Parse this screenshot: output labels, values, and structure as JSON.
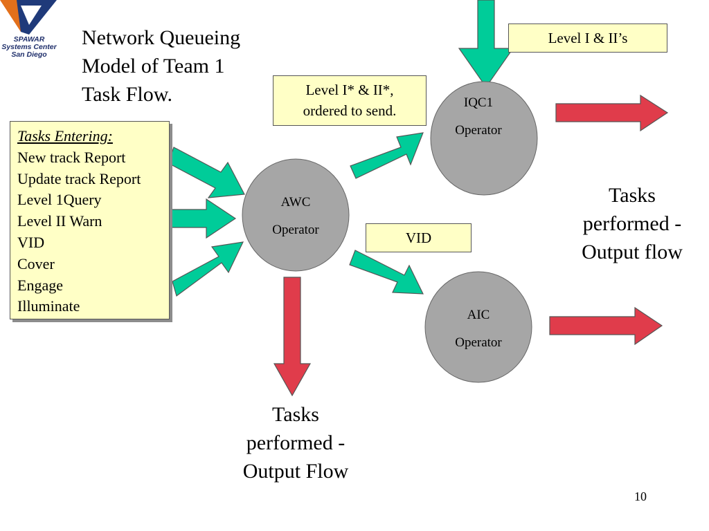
{
  "logo": {
    "line1": "SPAWAR",
    "line2": "Systems Center",
    "line3": "San Diego",
    "colors": {
      "navy": "#1f3a7a",
      "orange": "#e3701b"
    }
  },
  "title": {
    "line1": "Network Queueing",
    "line2": "Model of Team 1",
    "line3": "Task Flow."
  },
  "tasks_entering": {
    "heading": "Tasks Entering:",
    "items": [
      "New track Report",
      "Update track Report",
      "Level 1Query",
      "Level II Warn",
      "VID",
      "Cover",
      "Engage",
      "Illuminate"
    ]
  },
  "labels": {
    "level_i_ii": "Level I & II’s",
    "ordered_line1": "Level I* & II*,",
    "ordered_line2": "ordered to send.",
    "vid": "VID"
  },
  "nodes": {
    "awc": {
      "line1": "AWC",
      "line2": "Operator"
    },
    "iqc1": {
      "line1": "IQC1",
      "line2": "Operator"
    },
    "aic": {
      "line1": "AIC",
      "line2": "Operator"
    }
  },
  "outputs": {
    "right": {
      "line1": "Tasks",
      "line2": "performed -",
      "line3": "Output flow"
    },
    "bottom": {
      "line1": "Tasks",
      "line2": "performed -",
      "line3": "Output Flow"
    }
  },
  "page_number": "10",
  "colors": {
    "input_arrow": "#00cc99",
    "output_arrow": "#e03c4b",
    "node_fill": "#a6a6a6",
    "box_fill": "#ffffc6"
  }
}
